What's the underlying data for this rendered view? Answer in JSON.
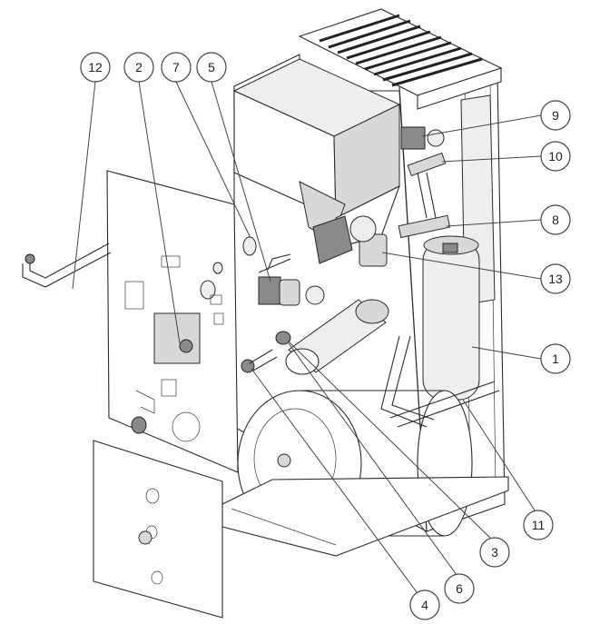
{
  "callouts": [
    {
      "id": "callout-12",
      "label": "12"
    },
    {
      "id": "callout-2",
      "label": "2"
    },
    {
      "id": "callout-7",
      "label": "7"
    },
    {
      "id": "callout-5",
      "label": "5"
    },
    {
      "id": "callout-9",
      "label": "9"
    },
    {
      "id": "callout-10",
      "label": "10"
    },
    {
      "id": "callout-8",
      "label": "8"
    },
    {
      "id": "callout-13",
      "label": "13"
    },
    {
      "id": "callout-1",
      "label": "1"
    },
    {
      "id": "callout-11",
      "label": "11"
    },
    {
      "id": "callout-3",
      "label": "3"
    },
    {
      "id": "callout-6",
      "label": "6"
    },
    {
      "id": "callout-4",
      "label": "4"
    }
  ]
}
